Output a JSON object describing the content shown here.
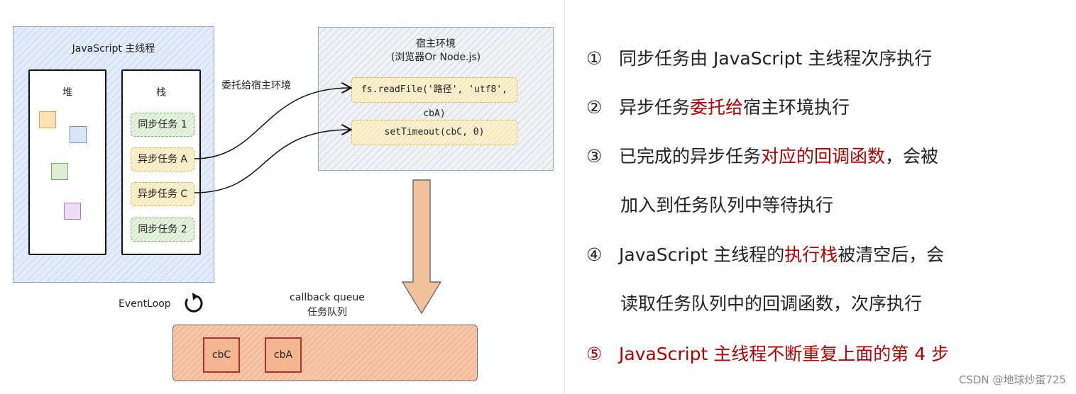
{
  "diagram": {
    "main_thread": {
      "title": "JavaScript 主线程"
    },
    "heap": {
      "title": "堆"
    },
    "stack": {
      "title": "栈",
      "tasks": [
        "同步任务 1",
        "异步任务 A",
        "异步任务 C",
        "同步任务 2"
      ]
    },
    "delegate_label": "委托给宿主环境",
    "host_env": {
      "title": "宿主环境",
      "subtitle": "(浏览器Or Node.js)",
      "tasks": [
        "fs.readFile('路径', 'utf8', cbA)",
        "setTimeout(cbC, 0)"
      ]
    },
    "eventloop_label": "EventLoop",
    "queue": {
      "title_en": "callback queue",
      "title_cn": "任务队列",
      "items": [
        "cbC",
        "cbA"
      ]
    },
    "colors": {
      "main_thread_bg": "#e3ecfa",
      "host_env_bg": "#f1f2f6",
      "queue_bg": "#f6c6a8",
      "arrow_fill": "#f2c29c",
      "highlight": "#b00000"
    }
  },
  "list": {
    "items": [
      {
        "num": "①",
        "segments": [
          {
            "text": "同步任务由 JavaScript 主线程次序执行",
            "hl": false
          }
        ]
      },
      {
        "num": "②",
        "segments": [
          {
            "text": "异步任务",
            "hl": false
          },
          {
            "text": "委托给",
            "hl": true
          },
          {
            "text": "宿主环境执行",
            "hl": false
          }
        ]
      },
      {
        "num": "③",
        "segments": [
          {
            "text": "已完成的异步任务",
            "hl": false
          },
          {
            "text": "对应的回调函数",
            "hl": true
          },
          {
            "text": "，会被",
            "hl": false
          }
        ]
      },
      {
        "num": "",
        "segments": [
          {
            "text": "加入到任务队列中等待执行",
            "hl": false
          }
        ]
      },
      {
        "num": "④",
        "segments": [
          {
            "text": "JavaScript 主线程的",
            "hl": false
          },
          {
            "text": "执行栈",
            "hl": true
          },
          {
            "text": "被清空后，会",
            "hl": false
          }
        ]
      },
      {
        "num": "",
        "segments": [
          {
            "text": "读取任务队列中的回调函数，次序执行",
            "hl": false
          }
        ]
      },
      {
        "num": "⑤",
        "segments": [
          {
            "text": "JavaScript 主线程不断重复上面的第 4 步",
            "hl": true
          }
        ],
        "all_hl": true
      }
    ]
  },
  "watermark": "CSDN @地球炒蛋725"
}
